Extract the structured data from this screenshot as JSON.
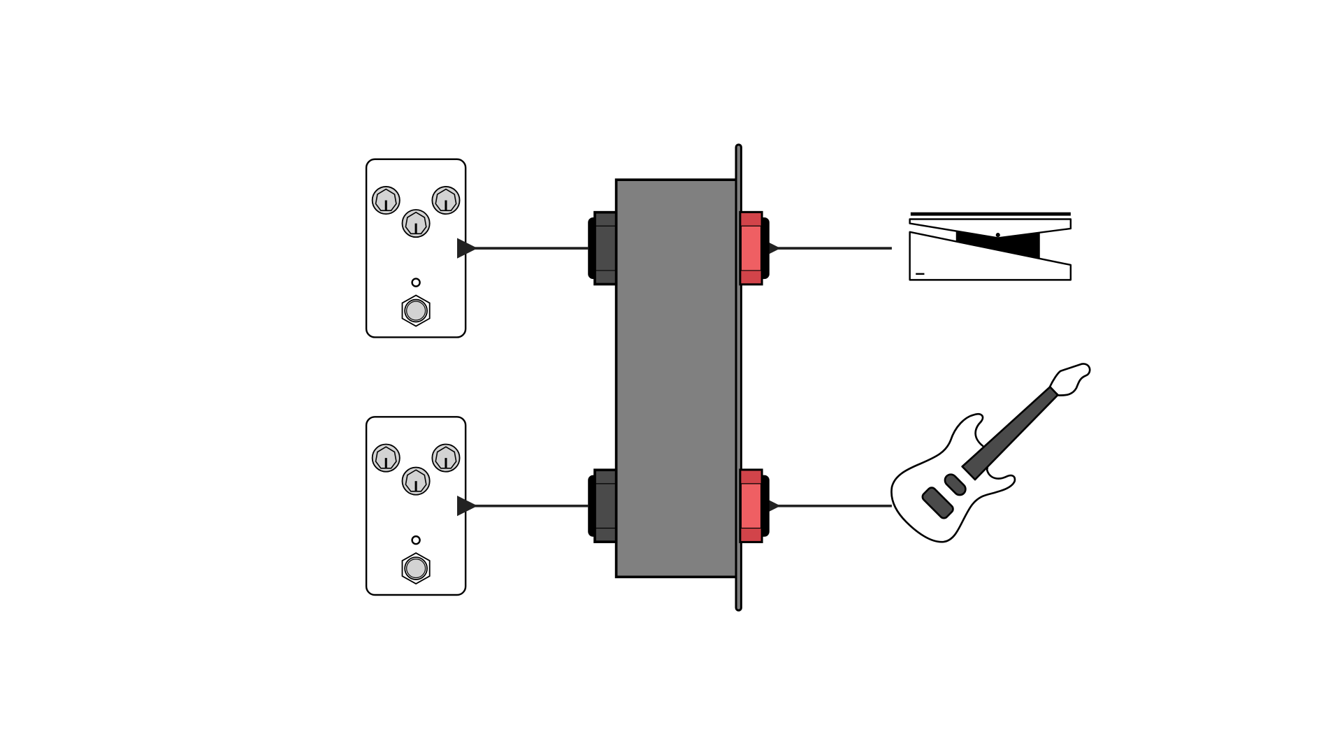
{
  "diagram": {
    "components": [
      {
        "id": "effect-pedal-top",
        "icon": "effect-pedal-icon"
      },
      {
        "id": "effect-pedal-bottom",
        "icon": "effect-pedal-icon"
      },
      {
        "id": "interface-box",
        "icon": "enclosure-icon"
      },
      {
        "id": "expression-pedal",
        "icon": "expression-pedal-icon"
      },
      {
        "id": "electric-guitar",
        "icon": "guitar-icon"
      }
    ],
    "connections": [
      {
        "from": "expression-pedal",
        "to": "interface-box"
      },
      {
        "from": "interface-box",
        "to": "effect-pedal-top"
      },
      {
        "from": "electric-guitar",
        "to": "interface-box"
      },
      {
        "from": "interface-box",
        "to": "effect-pedal-bottom"
      }
    ],
    "colors": {
      "enclosure": "#808080",
      "output_jack": "#4a4a4a",
      "input_jack": "#ef5f63",
      "input_jack_band": "#d2444a",
      "knob": "#d3d3d3",
      "cable": "#222222"
    }
  }
}
